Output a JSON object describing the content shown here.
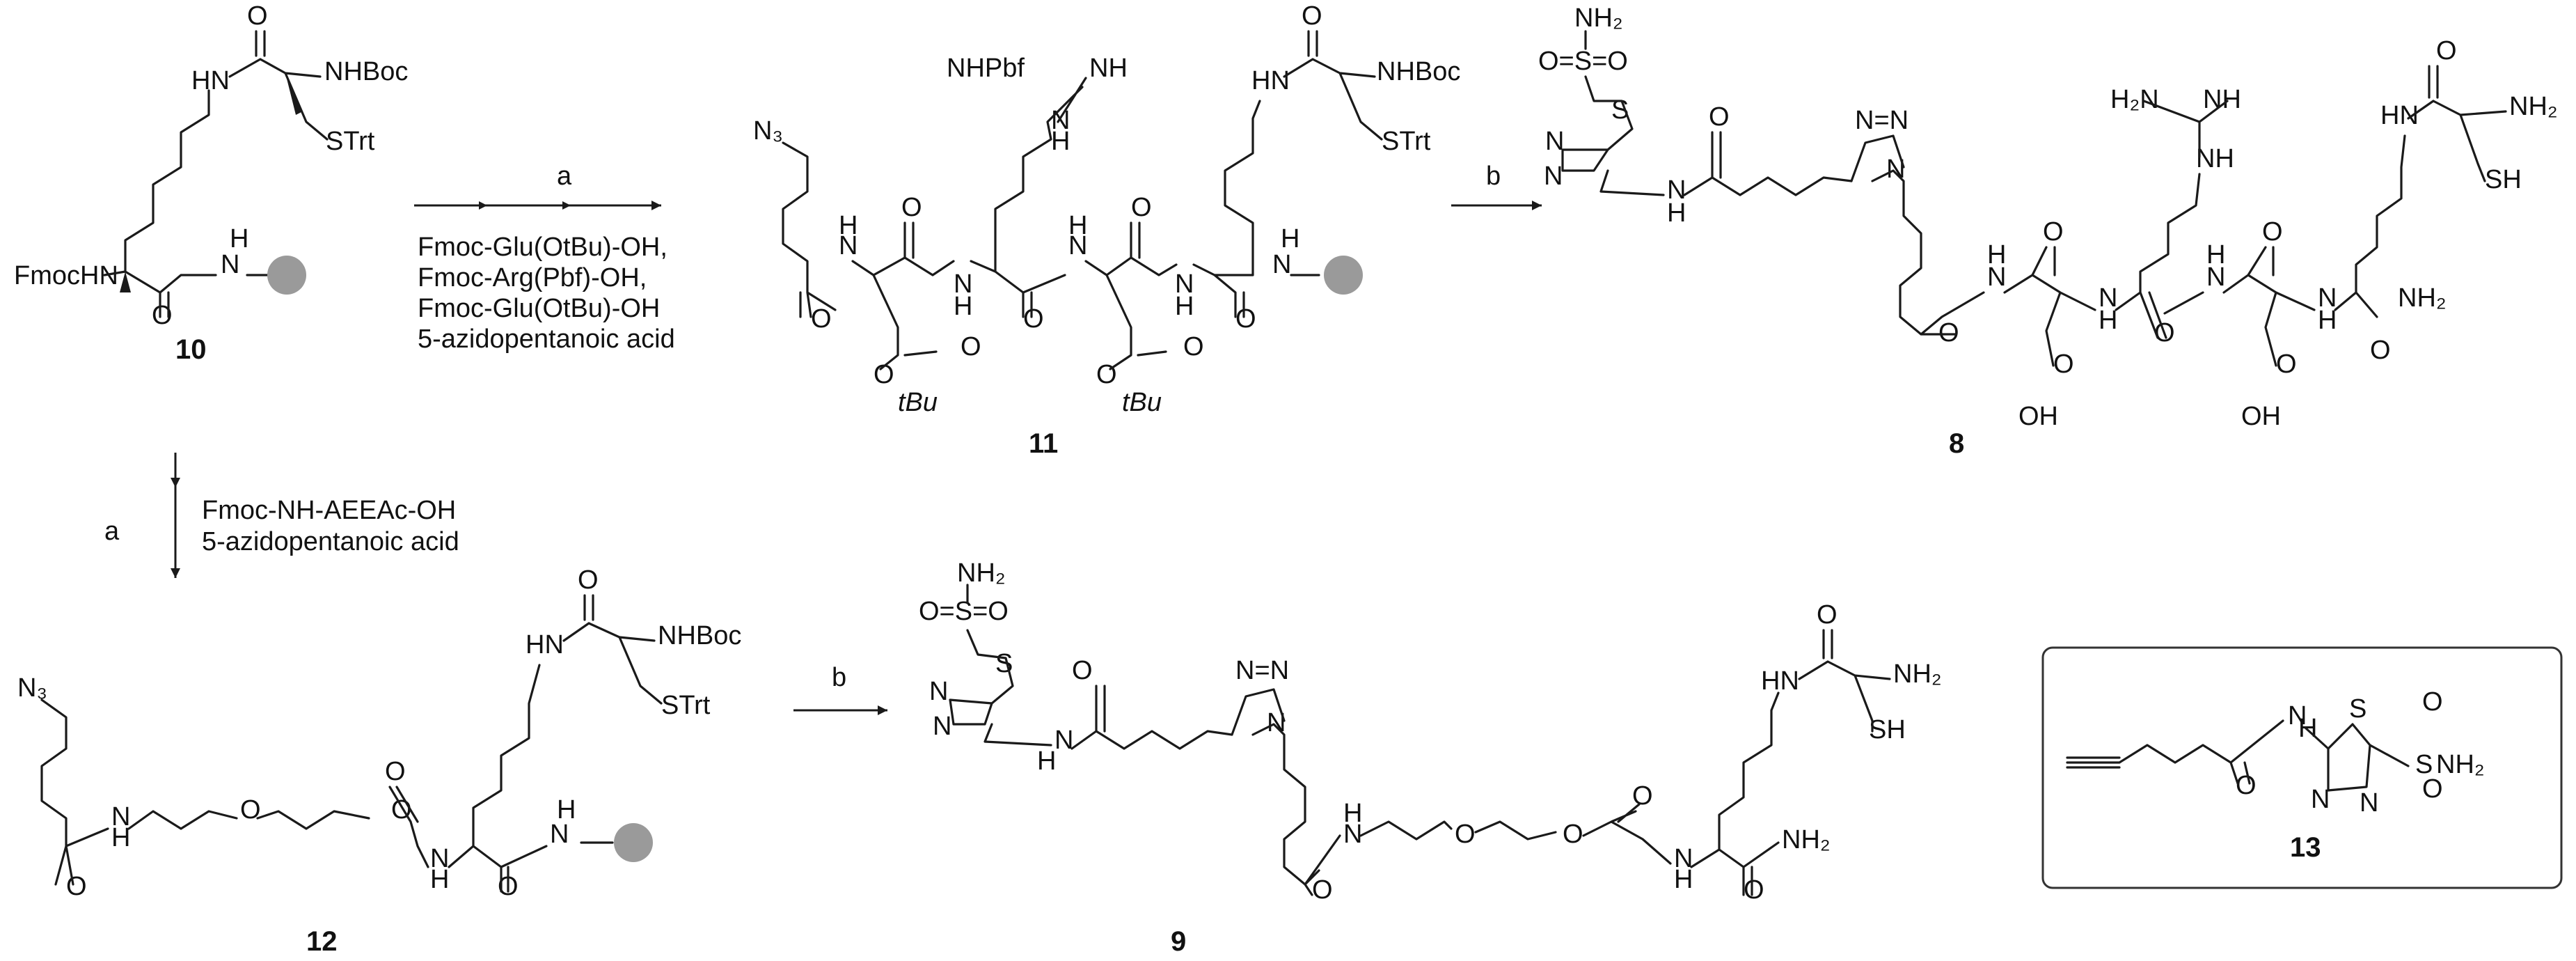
{
  "scheme": {
    "compounds": [
      {
        "id": "10",
        "label": "10"
      },
      {
        "id": "11",
        "label": "11"
      },
      {
        "id": "8",
        "label": "8"
      },
      {
        "id": "12",
        "label": "12"
      },
      {
        "id": "9",
        "label": "9"
      },
      {
        "id": "13",
        "label": "13"
      }
    ],
    "step_a_top": {
      "label": "a",
      "reagents": [
        "Fmoc-Glu(OtBu)-OH,",
        "Fmoc-Arg(Pbf)-OH,",
        "Fmoc-Glu(OtBu)-OH",
        "5-azidopentanoic acid"
      ]
    },
    "step_b_top": {
      "label": "b"
    },
    "step_a_down": {
      "label": "a",
      "reagents": [
        "Fmoc-NH-AEEAc-OH",
        "5-azidopentanoic acid"
      ]
    },
    "step_b_bottom": {
      "label": "b"
    },
    "atoms": {
      "nhboc": "NHBoc",
      "h": "H",
      "n": "N",
      "strt": "STrt",
      "fmochn": "FmocHN",
      "o": "O",
      "n3": "N₃",
      "nhpbf": "NHPbf",
      "nh": "NH",
      "tbu": "tBu",
      "nh2": "NH₂",
      "s": "S",
      "sh": "SH",
      "oh": "OH",
      "h2n": "H₂N",
      "n_eq_n": "N=N",
      "so2nh2_top": "NH₂",
      "s_eq_o": "O=S=O"
    }
  }
}
